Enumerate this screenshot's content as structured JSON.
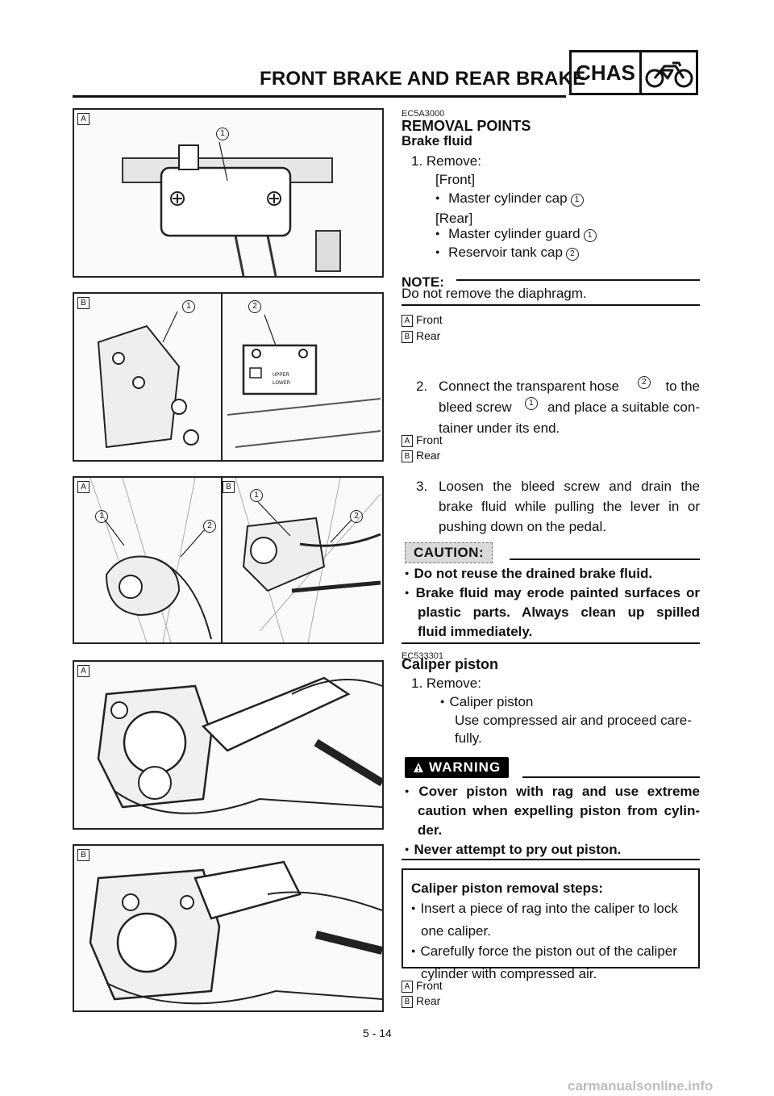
{
  "header": {
    "title": "FRONT BRAKE AND REAR BRAKE",
    "section_label": "CHAS",
    "section_icon": "motorcycle-icon"
  },
  "figures": [
    {
      "tags": [
        "A"
      ],
      "callouts": [
        "1"
      ]
    },
    {
      "tags": [
        "B"
      ],
      "callouts": [
        "1",
        "2"
      ],
      "stamp": [
        "UPPER",
        "LOWER"
      ]
    },
    {
      "tags": [
        "A",
        "B"
      ],
      "callouts": [
        "1",
        "2",
        "1",
        "2"
      ]
    },
    {
      "tags": [
        "A"
      ]
    },
    {
      "tags": [
        "B"
      ]
    }
  ],
  "removal": {
    "code": "EC5A3000",
    "heading": "REMOVAL POINTS",
    "subheading": "Brake fluid",
    "step1": {
      "label": "1. Remove:",
      "front_label": "[Front]",
      "front_item": "Master cylinder cap",
      "front_item_ref": "1",
      "rear_label": "[Rear]",
      "rear_item1": "Master cylinder guard",
      "rear_item1_ref": "1",
      "rear_item2": "Reservoir tank cap",
      "rear_item2_ref": "2"
    },
    "note_label": "NOTE:",
    "note_text": "Do not remove the diaphragm.",
    "legend1": [
      {
        "key": "A",
        "label": "Front"
      },
      {
        "key": "B",
        "label": "Rear"
      }
    ],
    "step2": {
      "num": "2.",
      "line1a": "Connect the transparent hose",
      "ref_a": "2",
      "line1b": "to the",
      "line2a": "bleed screw",
      "ref_b": "1",
      "line2b": "and place a suitable con-",
      "line3": "tainer under its end."
    },
    "legend2": [
      {
        "key": "A",
        "label": "Front"
      },
      {
        "key": "B",
        "label": "Rear"
      }
    ],
    "step3": {
      "num": "3.",
      "line1": "Loosen the bleed screw and drain the",
      "line2": "brake fluid while pulling the lever in or",
      "line3": "pushing down on the pedal."
    },
    "caution_label": "CAUTION:",
    "caution_item1": "Do not reuse the drained brake fluid.",
    "caution_item2_line1": "Brake fluid may erode painted surfaces or",
    "caution_item2_line2": "plastic parts. Always clean up spilled",
    "caution_item2_line3": "fluid immediately."
  },
  "piston": {
    "code": "EC533301",
    "heading": "Caliper piston",
    "step1": "1. Remove:",
    "item": "Caliper piston",
    "desc_line1": "Use compressed air and proceed care-",
    "desc_line2": "fully.",
    "warning_label": "WARNING",
    "warning_item1_line1": "Cover piston with rag and use extreme",
    "warning_item1_line2": "caution when expelling piston from cylin-",
    "warning_item1_line3": "der.",
    "warning_item2": "Never attempt to pry out piston.",
    "steps_title": "Caliper piston removal steps:",
    "steps_item1_line1": "Insert a piece of rag into the caliper to lock",
    "steps_item1_line2": "one caliper.",
    "steps_item2_line1": "Carefully force the piston out of the caliper",
    "steps_item2_line2": "cylinder with compressed air.",
    "legend": [
      {
        "key": "A",
        "label": "Front"
      },
      {
        "key": "B",
        "label": "Rear"
      }
    ]
  },
  "footer": {
    "page_number": "5 - 14"
  },
  "watermark": "carmanualsonline.info"
}
